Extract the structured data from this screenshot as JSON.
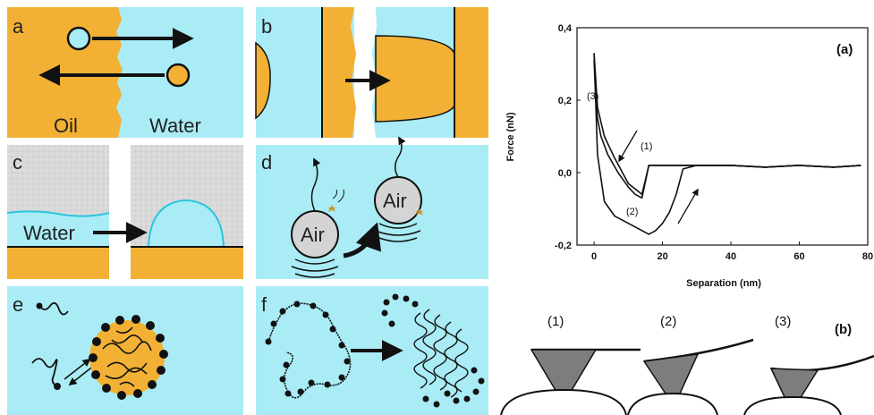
{
  "left_panels": {
    "a": {
      "letter": "a",
      "oil": "Oil",
      "water": "Water"
    },
    "b": {
      "letter": "b"
    },
    "c": {
      "letter": "c",
      "water": "Water"
    },
    "d": {
      "letter": "d",
      "bubble1": "Air",
      "bubble2": "Air"
    },
    "e": {
      "letter": "e"
    },
    "f": {
      "letter": "f"
    }
  },
  "colors": {
    "oil": "#f2b134",
    "water": "#a9ecf5",
    "air_bg": "#d8d8d8",
    "bubble": "#d4d4d4",
    "ink": "#111111"
  },
  "chart_data": {
    "type": "line",
    "panel_tag": "(a)",
    "xlabel": "Separation (nm)",
    "ylabel": "Force (nN)",
    "xlim": [
      -5,
      80
    ],
    "ylim": [
      -0.2,
      0.4
    ],
    "xticks": [
      "0",
      "20",
      "40",
      "60",
      "80"
    ],
    "yticks": [
      "-0,2",
      "0,0",
      "0,2",
      "0,4"
    ],
    "series": [
      {
        "name": "(1)",
        "x": [
          0,
          1,
          3,
          6,
          10,
          14,
          15,
          16,
          20,
          30,
          40,
          50,
          60,
          70,
          78
        ],
        "y": [
          0.33,
          0.18,
          0.1,
          0.04,
          -0.03,
          -0.06,
          -0.02,
          0.02,
          0.02,
          0.02,
          0.02,
          0.015,
          0.02,
          0.015,
          0.02
        ]
      },
      {
        "name": "(2)",
        "x": [
          0,
          1,
          3,
          6,
          10,
          14,
          16,
          18,
          20,
          22,
          24,
          26,
          30,
          40,
          50,
          60,
          70,
          78
        ],
        "y": [
          0.33,
          0.05,
          -0.08,
          -0.12,
          -0.14,
          -0.16,
          -0.17,
          -0.16,
          -0.14,
          -0.11,
          -0.06,
          0.01,
          0.02,
          0.02,
          0.015,
          0.02,
          0.015,
          0.02
        ]
      },
      {
        "name": "(3)",
        "x": [
          0,
          0.5,
          1,
          2,
          4,
          7,
          10,
          12,
          14,
          16,
          20,
          30,
          40,
          50,
          60,
          70,
          78
        ],
        "y": [
          0.31,
          0.2,
          0.15,
          0.1,
          0.05,
          0.0,
          -0.04,
          -0.06,
          -0.07,
          0.02,
          0.02,
          0.02,
          0.02,
          0.015,
          0.02,
          0.015,
          0.02
        ]
      }
    ],
    "annotations": [
      "(1)",
      "(2)",
      "(3)"
    ]
  },
  "panel_b_right": {
    "tag": "(b)",
    "stages": [
      "(1)",
      "(2)",
      "(3)"
    ]
  }
}
